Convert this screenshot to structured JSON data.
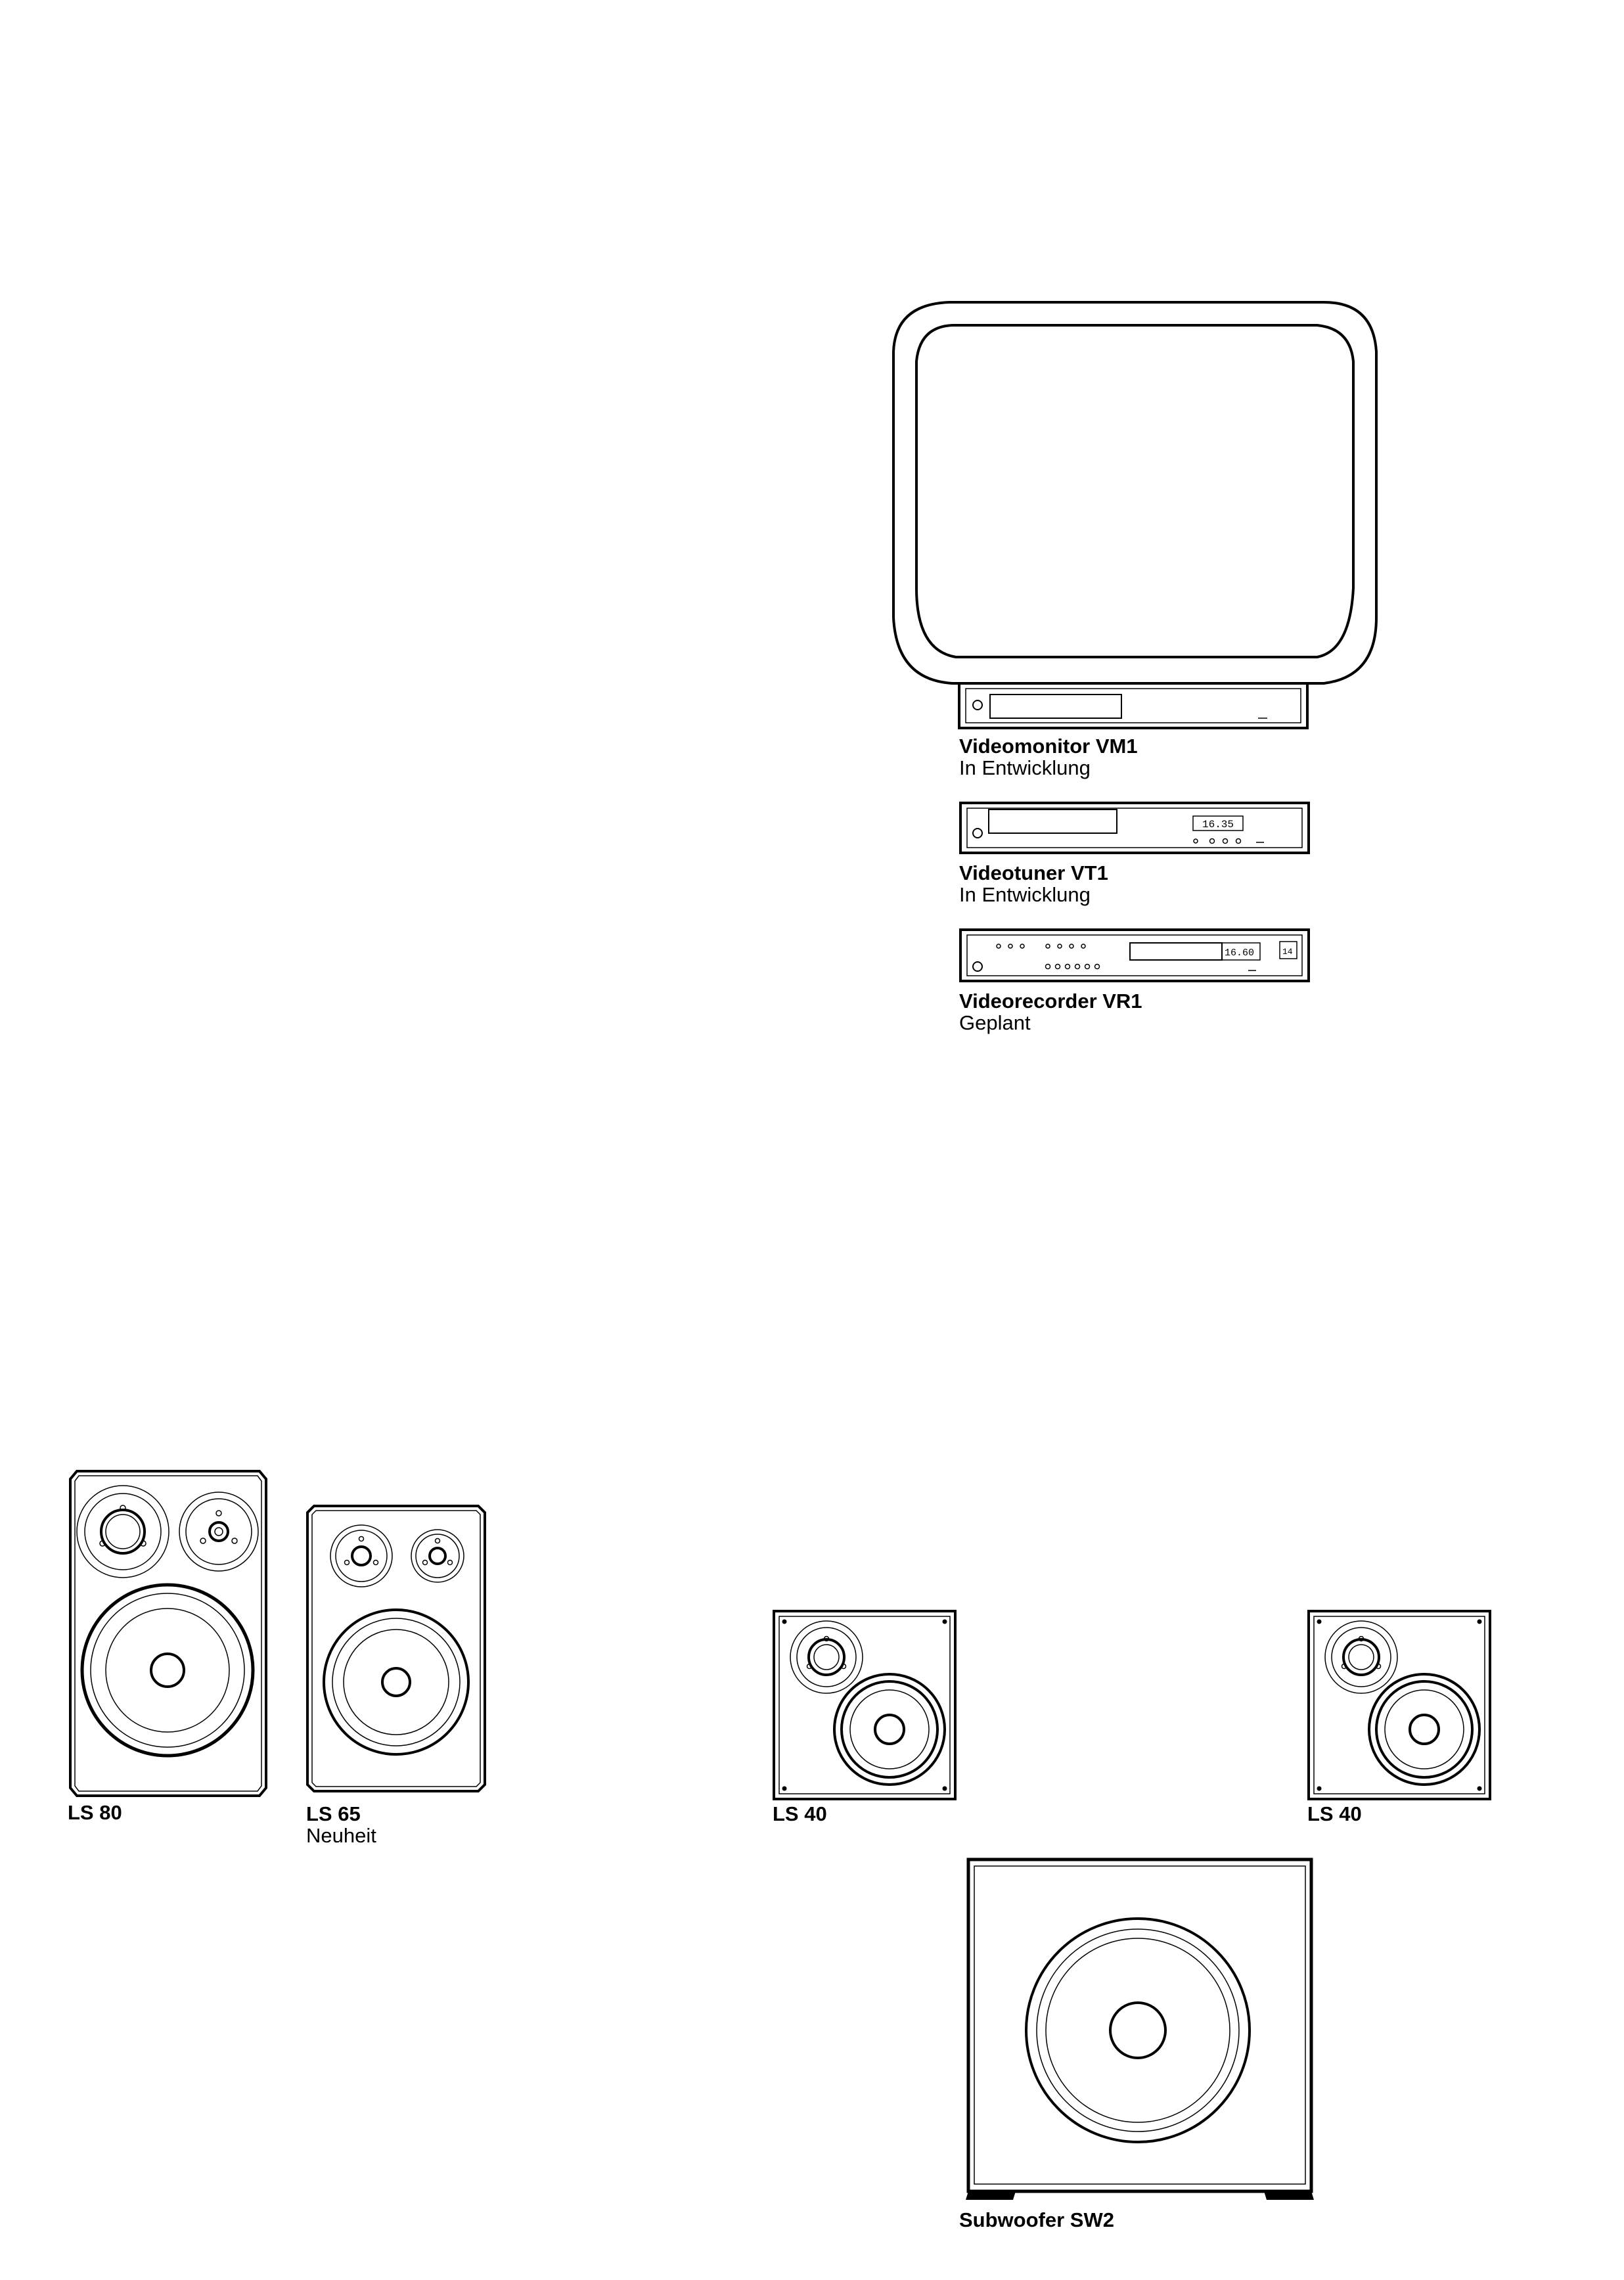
{
  "products": {
    "vm1": {
      "name": "Videomonitor VM1",
      "status": "In Entwicklung"
    },
    "vt1": {
      "name": "Videotuner VT1",
      "status": "In Entwicklung",
      "display": "16.35"
    },
    "vr1": {
      "name": "Videorecorder VR1",
      "status": "Geplant",
      "display": "16.60",
      "channel": "14"
    },
    "ls80": {
      "name": "LS 80"
    },
    "ls65": {
      "name": "LS 65",
      "status": "Neuheit"
    },
    "ls40_left": {
      "name": "LS 40"
    },
    "ls40_right": {
      "name": "LS 40"
    },
    "sw2": {
      "name": "Subwoofer SW2"
    }
  },
  "colors": {
    "ink": "#000000",
    "paper": "#ffffff"
  }
}
